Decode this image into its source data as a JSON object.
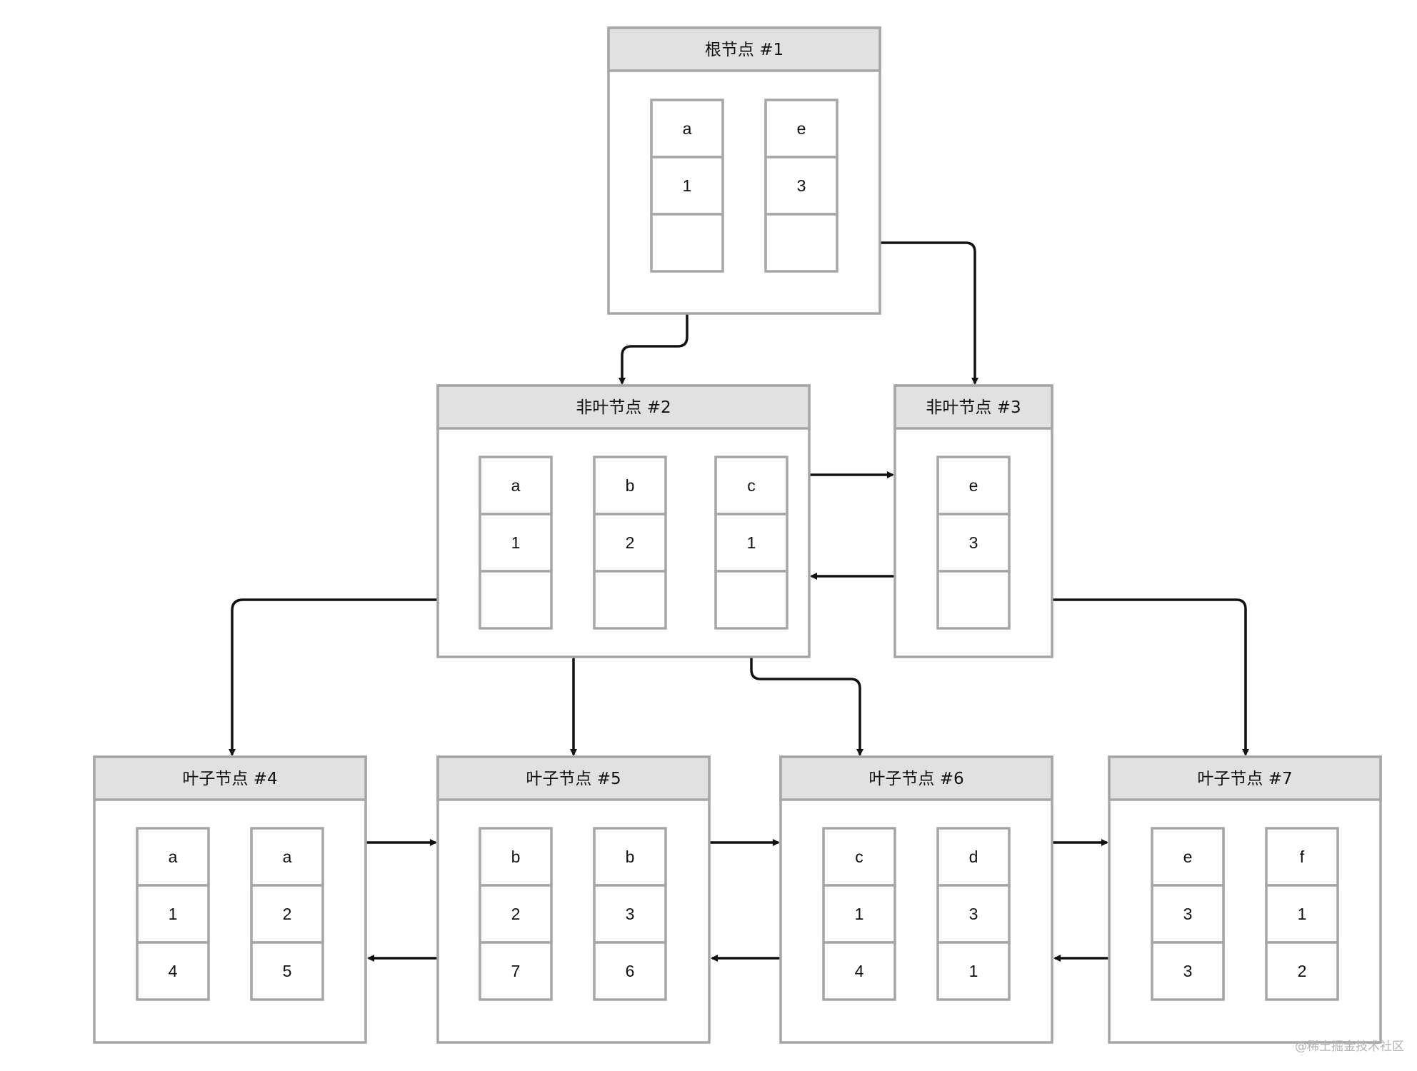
{
  "nodes": {
    "root": {
      "title": "根节点 #1",
      "columns": [
        [
          "a",
          "1",
          ""
        ],
        [
          "e",
          "3",
          ""
        ]
      ]
    },
    "inner2": {
      "title": "非叶节点 #2",
      "columns": [
        [
          "a",
          "1",
          ""
        ],
        [
          "b",
          "2",
          ""
        ],
        [
          "c",
          "1",
          ""
        ]
      ]
    },
    "inner3": {
      "title": "非叶节点 #3",
      "columns": [
        [
          "e",
          "3",
          ""
        ]
      ]
    },
    "leaf4": {
      "title": "叶子节点 #4",
      "columns": [
        [
          "a",
          "1",
          "4"
        ],
        [
          "a",
          "2",
          "5"
        ]
      ]
    },
    "leaf5": {
      "title": "叶子节点 #5",
      "columns": [
        [
          "b",
          "2",
          "7"
        ],
        [
          "b",
          "3",
          "6"
        ]
      ]
    },
    "leaf6": {
      "title": "叶子节点 #6",
      "columns": [
        [
          "c",
          "1",
          "4"
        ],
        [
          "d",
          "3",
          "1"
        ]
      ]
    },
    "leaf7": {
      "title": "叶子节点 #7",
      "columns": [
        [
          "e",
          "3",
          "3"
        ],
        [
          "f",
          "1",
          "2"
        ]
      ]
    }
  },
  "watermark": "@稀土掘金技术社区"
}
